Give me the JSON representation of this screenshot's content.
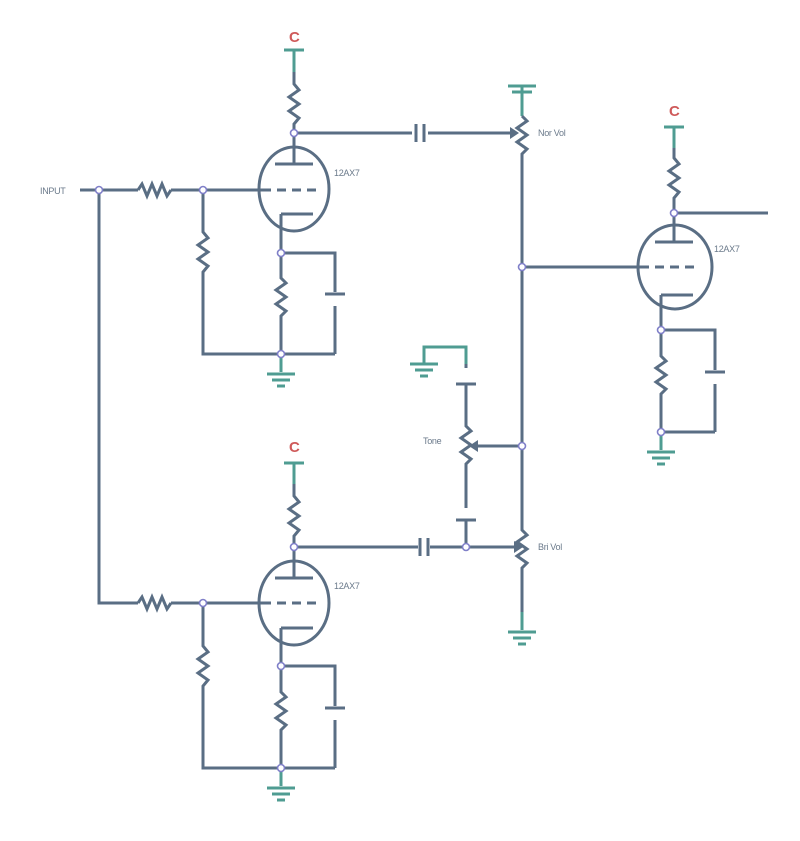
{
  "diagram": {
    "type": "circuit-schematic",
    "title": "",
    "colors": {
      "wire": "#5a6e84",
      "ground": "#4f9c92",
      "supply_label": "#cf5a5a",
      "node": "#7f7fc8"
    },
    "labels": {
      "input": "INPUT",
      "tube_v1": "12AX7",
      "tube_v2": "12AX7",
      "tube_v3": "12AX7",
      "nor_vol": "Nor Vol",
      "bri_vol": "Bri Vol",
      "tone": "Tone",
      "supply_v1": "C",
      "supply_v2": "C",
      "supply_v3": "C"
    },
    "components": [
      {
        "id": "V1",
        "kind": "triode",
        "label": "12AX7"
      },
      {
        "id": "V2",
        "kind": "triode",
        "label": "12AX7"
      },
      {
        "id": "V3",
        "kind": "triode",
        "label": "12AX7"
      },
      {
        "id": "nor-vol",
        "kind": "potentiometer",
        "label": "Nor Vol"
      },
      {
        "id": "bri-vol",
        "kind": "potentiometer",
        "label": "Bri Vol"
      },
      {
        "id": "tone",
        "kind": "potentiometer",
        "label": "Tone"
      }
    ]
  }
}
